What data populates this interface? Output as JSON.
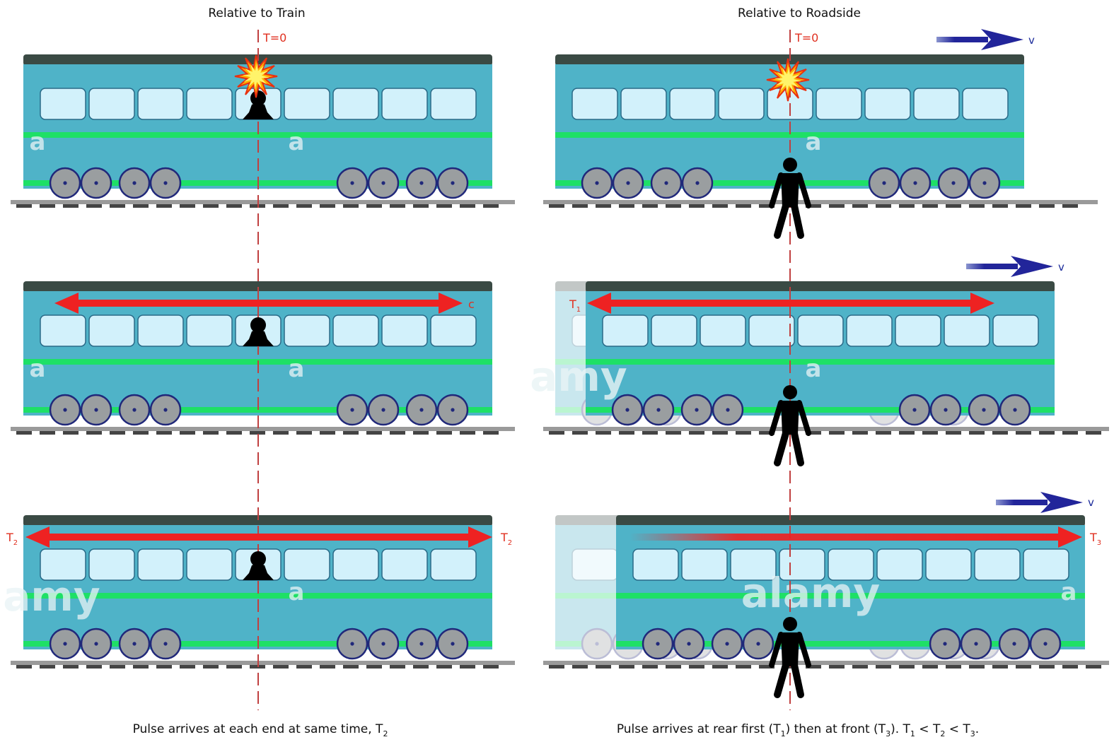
{
  "titles": {
    "left": "Relative to Train",
    "right": "Relative to Roadside"
  },
  "time_marks": {
    "t0_left": "T=0",
    "t0_right": "T=0"
  },
  "labels": {
    "c": "c",
    "v": "v",
    "t1": "T",
    "t1_sub": "1",
    "t2": "T",
    "t2_sub": "2",
    "t3": "T",
    "t3_sub": "3"
  },
  "captions": {
    "left": {
      "text": "Pulse arrives at each end at same time, T",
      "sub": "2"
    },
    "right": {
      "p1": "Pulse arrives at rear first (T",
      "s1": "1",
      "p2": ") then at front (T",
      "s2": "3",
      "p3": "). T",
      "s3": "1",
      "p4": " < T",
      "s4": "2",
      "p5": " < T",
      "s5": "3",
      "p6": "."
    }
  },
  "watermarks": [
    "a",
    "amy",
    "alamy"
  ],
  "colors": {
    "train_body": "#4fb3c8",
    "train_roof": "#3a4a44",
    "stripe": "#1ee066",
    "window": "#d2f1fb",
    "pulse_arrow": "#ee2222",
    "velocity_arrow": "#22259a",
    "observer": "#000000",
    "time_line": "#c04040"
  }
}
